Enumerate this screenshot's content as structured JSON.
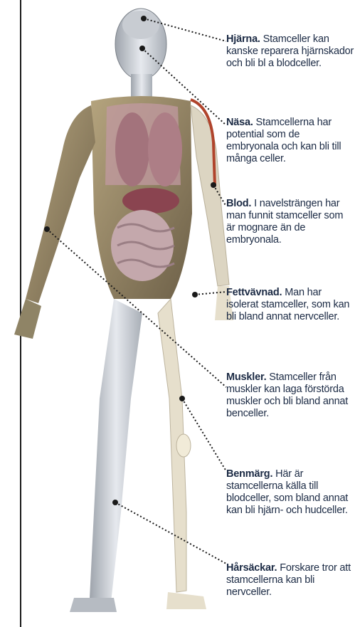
{
  "annotations": [
    {
      "id": "hjarna",
      "title": "Hjärna.",
      "text": "Stamceller kan kanske reparera hjärnskador och bli bl a blodceller."
    },
    {
      "id": "nasa",
      "title": "Näsa.",
      "text": "Stamcellerna har potential som de embryonala och kan bli till många celler."
    },
    {
      "id": "blod",
      "title": "Blod.",
      "text": "I navelsträngen har man funnit stamceller som är mognare än de embryonala."
    },
    {
      "id": "fettvavnad",
      "title": "Fettvävnad.",
      "text": "Man har isolerat stamceller, som kan bli bland annat nervceller."
    },
    {
      "id": "muskler",
      "title": "Muskler.",
      "text": "Stamceller från muskler kan laga förstörda muskler och bli bland annat benceller."
    },
    {
      "id": "benmarg",
      "title": "Benmärg.",
      "text": "Här är stamcellerna källa till blodceller, som bland annat kan bli hjärn- och hudceller."
    },
    {
      "id": "harsackar",
      "title": "Hårsäckar.",
      "text": "Forskare tror att stamcellerna kan bli nervceller."
    }
  ],
  "colors": {
    "label_text": "#1b2a44",
    "skin": "#d9dde3",
    "muscle": "#9a8a6a",
    "organ": "#a87a82",
    "bone": "#e8e2d0",
    "vessel": "#b0442c",
    "leader": "#1a1a1a"
  }
}
